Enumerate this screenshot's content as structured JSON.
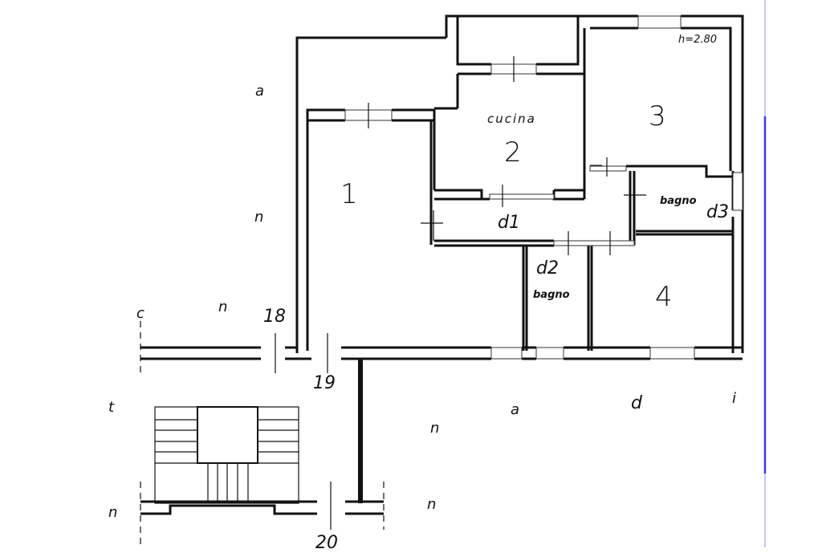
{
  "plan": {
    "height_note": "h=2.80",
    "rooms": [
      {
        "id": "1",
        "label": "1"
      },
      {
        "id": "2",
        "label": "2",
        "name": "cucina"
      },
      {
        "id": "3",
        "label": "3"
      },
      {
        "id": "4",
        "label": "4"
      },
      {
        "id": "d1",
        "label": "d1"
      },
      {
        "id": "d2",
        "label": "d2",
        "name": "bagno"
      },
      {
        "id": "d3",
        "label": "d3",
        "name": "bagno"
      }
    ],
    "numbers": [
      "18",
      "19",
      "20"
    ],
    "margin_marks": [
      "a",
      "n",
      "c",
      "n",
      "t",
      "n",
      "n",
      "a",
      "d",
      "i",
      "n"
    ]
  },
  "colors": {
    "ink": "#111111",
    "axis_line": "#3b3bf0"
  }
}
